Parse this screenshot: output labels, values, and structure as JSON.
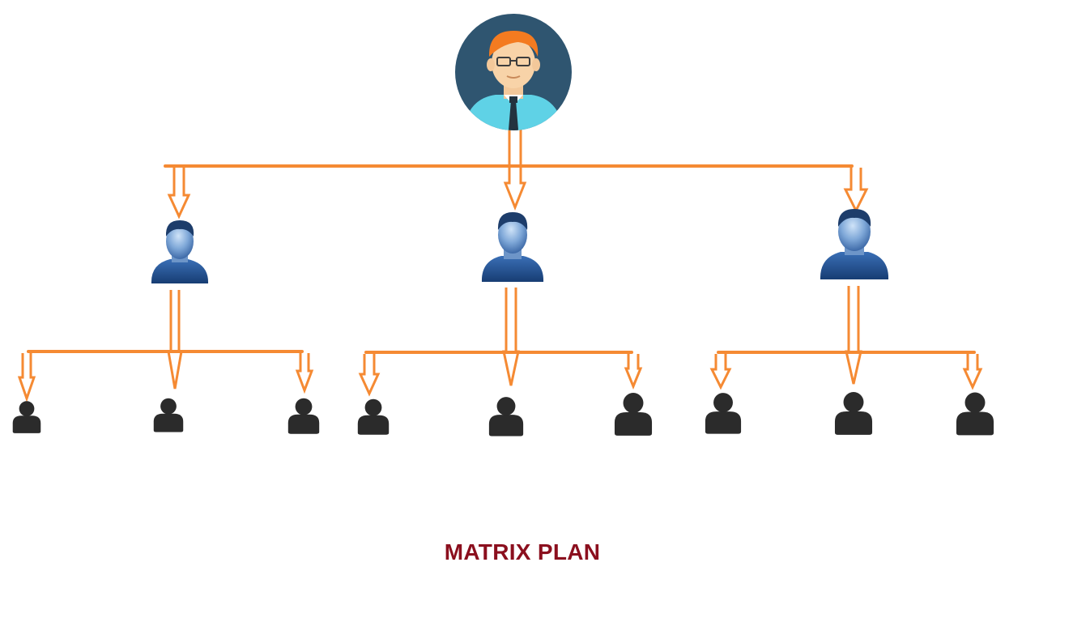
{
  "caption": "MATRIX PLAN",
  "colors": {
    "connector": "#f58a33",
    "caption": "#8b0f1e",
    "root_bg": "#2f5570",
    "member": "#2b2b2b",
    "manager_light": "#9fc3ea",
    "manager_dark": "#1f4f8f"
  },
  "icons": {
    "root": "manager-avatar-icon",
    "level1": "user-bust-icon",
    "level2": "person-icon"
  },
  "structure": {
    "root_count": 1,
    "level1_count": 3,
    "level2_per_parent": 3
  }
}
